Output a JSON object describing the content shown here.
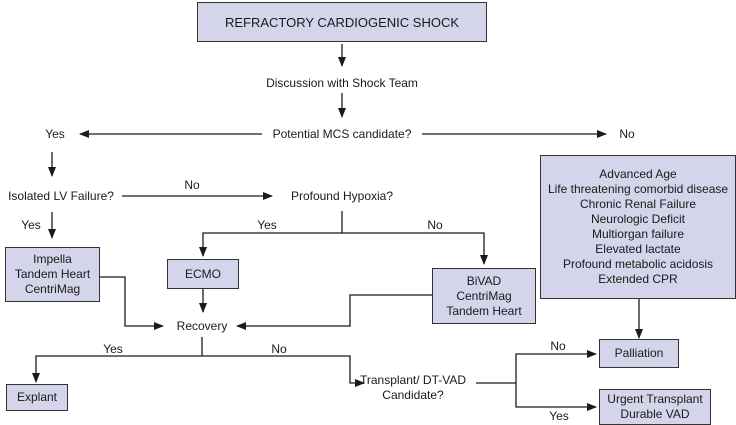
{
  "nodes": {
    "start": "REFRACTORY CARDIOGENIC SHOCK",
    "shock_team": "Discussion with Shock Team",
    "mcs_candidate": "Potential MCS candidate?",
    "yes_left": "Yes",
    "no_right": "No",
    "isolated_lv": "Isolated LV Failure?",
    "no_to_hypoxia": "No",
    "yes_lv": "Yes",
    "hypoxia": "Profound Hypoxia?",
    "yes_hypoxia": "Yes",
    "no_hypoxia": "No",
    "lv_devices": "Impella\nTandem Heart\nCentriMag",
    "ecmo": "ECMO",
    "bivad": "BiVAD\nCentriMag\nTandem Heart",
    "recovery": "Recovery",
    "yes_recovery": "Yes",
    "no_recovery": "No",
    "explant": "Explant",
    "transplant_q": "Transplant/ DT-VAD\nCandidate?",
    "contraindications": "Advanced Age\nLife threatening comorbid disease\nChronic Renal Failure\nNeurologic Deficit\nMultiorgan failure\nElevated lactate\nProfound metabolic acidosis\nExtended CPR",
    "palliation": "Palliation",
    "no_palliation": "No",
    "yes_urgent": "Yes",
    "urgent": "Urgent Transplant\nDurable VAD"
  }
}
